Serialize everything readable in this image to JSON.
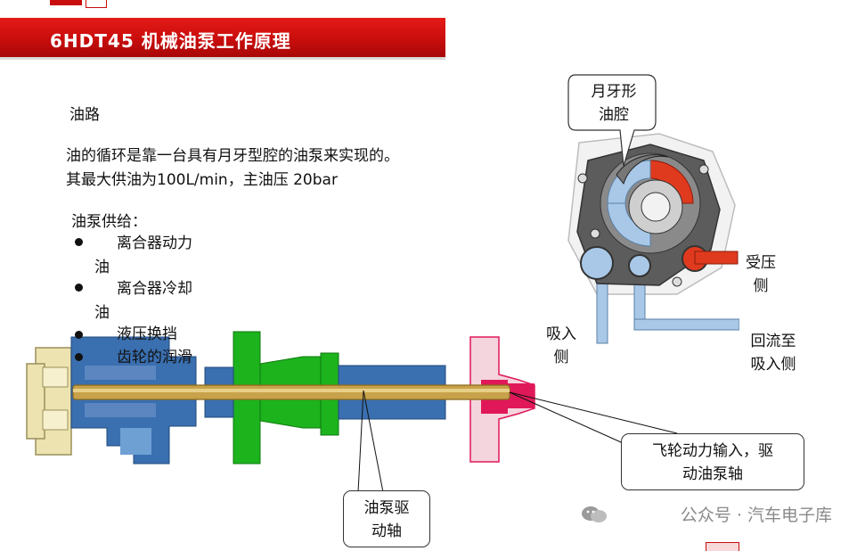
{
  "header": {
    "title": "6HDT45 机械油泵工作原理",
    "accent_color": "#e41b17"
  },
  "body": {
    "section_title": "油路",
    "description": [
      "油的循环是靠一台具有月牙型腔的油泵来实现的。",
      "其最大供油为100L/min，主油压 20bar"
    ],
    "supply_heading": "油泵供给：",
    "supply_items": [
      {
        "line1": "离合器动力",
        "line2": "油"
      },
      {
        "line1": "离合器冷却",
        "line2": "油"
      },
      {
        "line1": "液压换挡",
        "line2": ""
      },
      {
        "line1": "齿轮的润滑",
        "line2": ""
      }
    ]
  },
  "pump_diagram": {
    "crescent_callout": [
      "月牙形",
      "油腔"
    ],
    "pressure_side": [
      "受压",
      "侧"
    ],
    "suction_side": [
      "吸入",
      "侧"
    ],
    "return_side": [
      "回流至",
      "吸入侧"
    ],
    "colors": {
      "pressure": "#e03a1e",
      "suction": "#a9c8e8",
      "housing": "#555555"
    }
  },
  "shaft_diagram": {
    "flywheel_callout": [
      "飞轮动力输入，驱",
      "动油泵轴"
    ],
    "shaft_callout": [
      "油泵驱",
      "动轴"
    ],
    "colors": {
      "shaft": "#c8a24a",
      "gear_green": "#1db31d",
      "gear_blue": "#3a6fb0",
      "flywheel_red": "#e0185a",
      "housing_yellow": "#ece3b0"
    }
  },
  "watermark": {
    "icon": "wechat-icon",
    "text": "公众号 · 汽车电子库"
  }
}
